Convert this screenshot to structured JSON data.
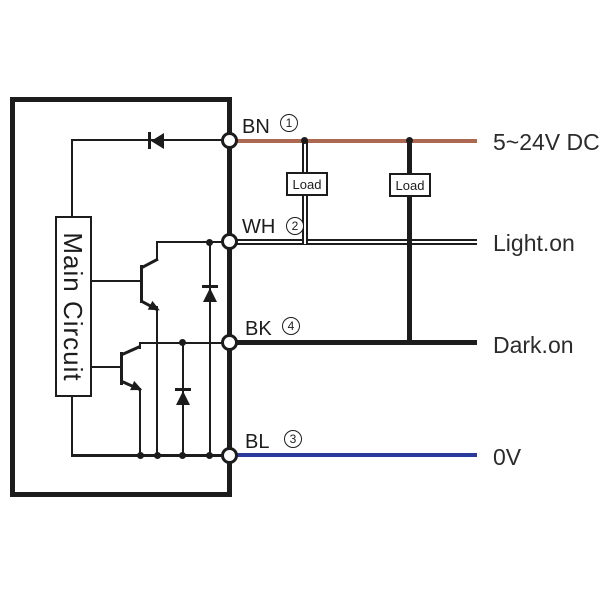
{
  "diagram": {
    "type": "sensor-output-wiring-circuit",
    "main_circuit_label": "Main Circuit",
    "loads": [
      {
        "label": "Load"
      },
      {
        "label": "Load"
      }
    ],
    "wires": [
      {
        "abbr": "BN",
        "pin": "1",
        "terminal_label": "5~24V DC",
        "color": "#ad6852"
      },
      {
        "abbr": "WH",
        "pin": "2",
        "terminal_label": "Light.on",
        "color": "#ffffff"
      },
      {
        "abbr": "BK",
        "pin": "4",
        "terminal_label": "Dark.on",
        "color": "#1c1c1c"
      },
      {
        "abbr": "BL",
        "pin": "3",
        "terminal_label": "0V",
        "color": "#2a3a9d"
      }
    ],
    "line_color": "#1c1c1c"
  }
}
